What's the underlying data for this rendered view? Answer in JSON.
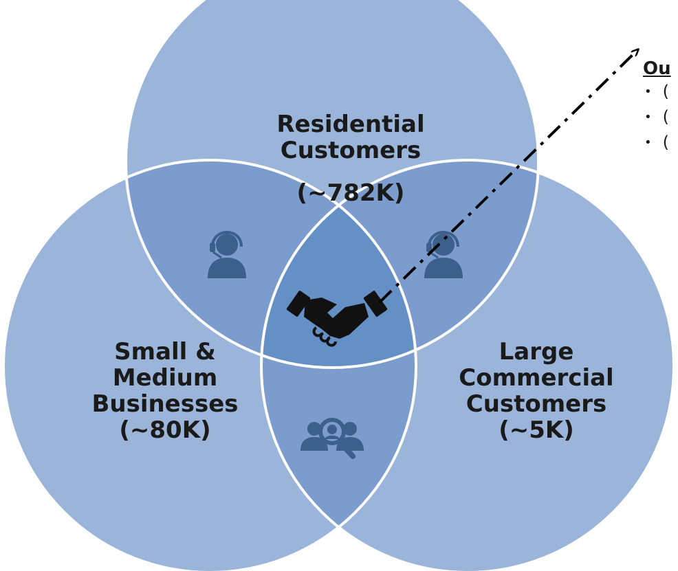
{
  "colors": {
    "circle_fill": "#9ab5d9",
    "overlap_pair": "#7b9ccc",
    "overlap_center": "#6590c6",
    "icon": "#3d5f8c",
    "arrow": "#000000"
  },
  "circles": {
    "residential": {
      "title_line1": "Residential",
      "title_line2": "Customers",
      "value": "(~782K)"
    },
    "smb": {
      "title_line1": "Small &",
      "title_line2": "Medium",
      "title_line3": "Businesses",
      "value": "(~80K)"
    },
    "large": {
      "title_line1": "Large",
      "title_line2": "Commercial",
      "title_line3": "Customers",
      "value": "(~5K)"
    }
  },
  "icons": {
    "residential_smb": "headset-agent-icon",
    "residential_large": "headset-agent-icon",
    "smb_large": "team-search-icon",
    "center": "handshake-icon"
  },
  "outcomes": {
    "title": "Ou",
    "items": [
      "(",
      "(",
      "("
    ]
  }
}
